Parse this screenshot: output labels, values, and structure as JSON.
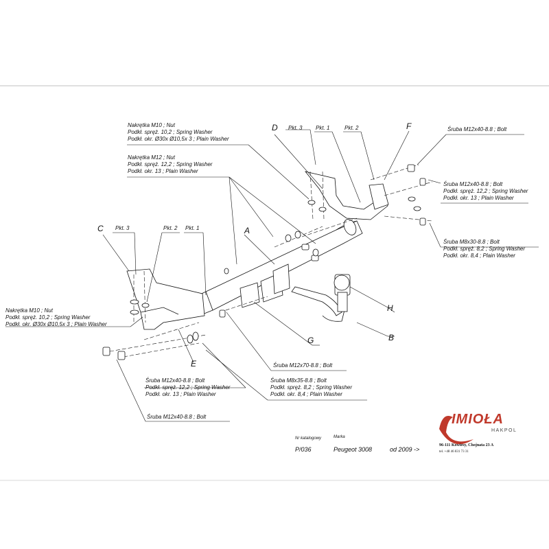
{
  "callouts": {
    "nut_m10_top": [
      "Nakrętka  M10 ; Nut",
      "Podkł. spręż. 10,2 ; Spring Washer",
      "Podkł. okr.  Ø30x Ø10,5x 3 ; Plain Washer"
    ],
    "nut_m12_top": [
      "Nakrętka  M12 ; Nut",
      "Podkł. spręż. 12,2 ; Spring Washer",
      "Podkł. okr. 13 ; Plain Washer"
    ],
    "bolt_f": [
      "Śruba M12x40-8.8   ;  Bolt"
    ],
    "bolt_m12_right": [
      "Śruba  M12x40-8.8   ;  Bolt",
      "Podkł. spręż. 12,2 ; Spring Washer",
      "Podkł. okr. 13 ; Plain Washer"
    ],
    "bolt_m8_right": [
      "Śruba  M8x30-8.8   ;  Bolt",
      "Podkł. spręż. 8,2 ; Spring Washer",
      "Podkł. okr. 8,4 ; Plain Washer"
    ],
    "nut_m10_left": [
      "Nakrętka  M10 ; Nut",
      "Podkł. spręż. 10,2 ; Spring Washer",
      "Podkł. okr.  Ø30x Ø10,5x 3 ; Plain Washer"
    ],
    "bolt_m12x70": [
      "Śruba M12x70-8.8   ;  Bolt"
    ],
    "bolt_m12_bottom": [
      "Śruba  M12x40-8.8   ;  Bolt",
      "Podkł. spręż. 12,2 ; Spring Washer",
      "Podkł. okr. 13 ; Plain Washer"
    ],
    "bolt_m8_bottom": [
      "Śruba  M8x35-8.8   ;  Bolt",
      "Podkł. spręż. 8,2 ; Spring Washer",
      "Podkł. okr. 8,4 ; Plain Washer"
    ],
    "bolt_m12_lower": [
      "Śruba M12x40-8.8   ;  Bolt"
    ]
  },
  "part_letters": {
    "A": "A",
    "B": "B",
    "C": "C",
    "D": "D",
    "E": "E",
    "F": "F",
    "G": "G",
    "H": "H"
  },
  "points": {
    "pkt3_top": "Pkt. 3",
    "pkt1_top": "Pkt. 1",
    "pkt2_top": "Pkt. 2",
    "pkt3_left": "Pkt. 3",
    "pkt2_left": "Pkt. 2",
    "pkt1_left": "Pkt. 1"
  },
  "catalog": {
    "nr_label": "Nr katalogowy",
    "marka_label": "Marka",
    "nr_value": "P/036",
    "marka_value": "Peugeot 3008",
    "year_value": "od 2009 ->"
  },
  "company": {
    "logo": "IMIOŁA",
    "sub": "HAKPOL",
    "address": "96-111 Kowiesy, Chojnata 23 A",
    "tel": "tel. +48 46 831 73 31"
  }
}
